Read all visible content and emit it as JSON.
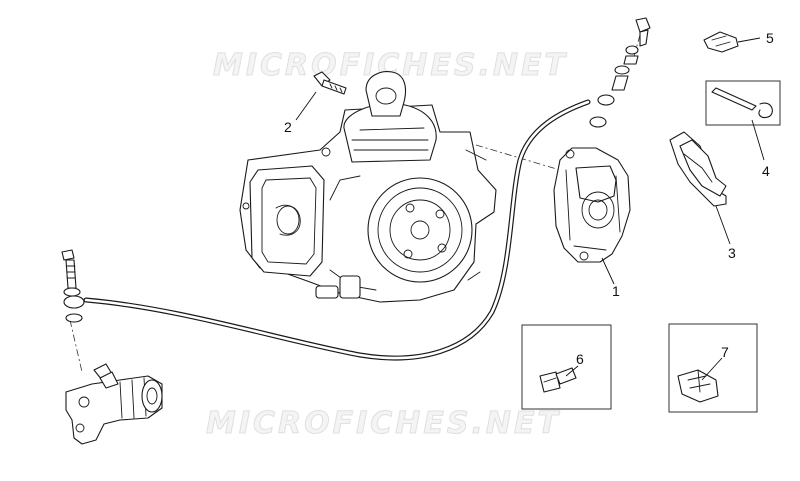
{
  "watermarks": [
    "MICROFICHES.NET",
    "MICROFICHES.NET"
  ],
  "callouts": [
    {
      "id": "1",
      "label": "1"
    },
    {
      "id": "2",
      "label": "2"
    },
    {
      "id": "3",
      "label": "3"
    },
    {
      "id": "4",
      "label": "4"
    },
    {
      "id": "5",
      "label": "5"
    },
    {
      "id": "6",
      "label": "6"
    },
    {
      "id": "7",
      "label": "7"
    }
  ],
  "parts": [
    {
      "callout": "1",
      "icon": "brake-caliper"
    },
    {
      "callout": "2",
      "icon": "screw"
    },
    {
      "callout": "3",
      "icon": "brake-pad-pair"
    },
    {
      "callout": "4",
      "icon": "pin-and-clip"
    },
    {
      "callout": "5",
      "icon": "spring-clip"
    },
    {
      "callout": "6",
      "icon": "hose-clamp"
    },
    {
      "callout": "7",
      "icon": "hose-holder"
    }
  ]
}
